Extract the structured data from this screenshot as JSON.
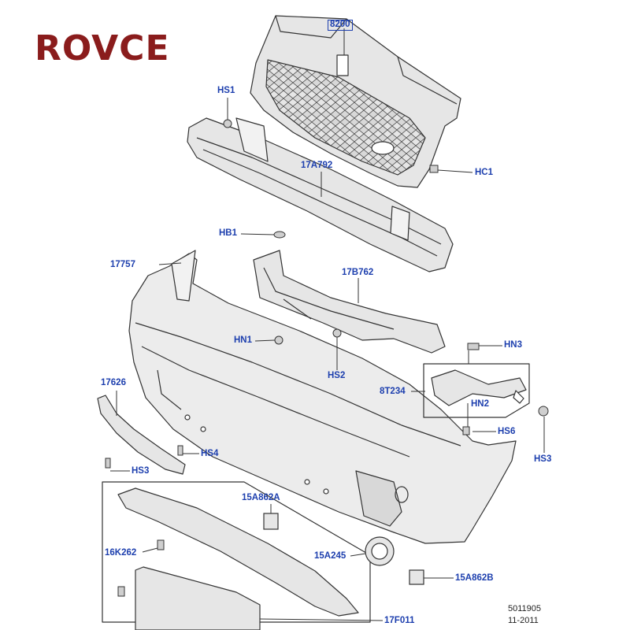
{
  "brand": {
    "logo_text": "ROVCE"
  },
  "parts": {
    "p8200": "8200",
    "hs1": "HS1",
    "p17a792": "17A792",
    "hc1": "HC1",
    "hb1": "HB1",
    "p17757": "17757",
    "p17b762": "17B762",
    "hn1": "HN1",
    "hs2": "HS2",
    "hn3": "HN3",
    "p17626": "17626",
    "p8t234": "8T234",
    "hn2": "HN2",
    "hs6": "HS6",
    "hs3a": "HS3",
    "hs4": "HS4",
    "hs3b": "HS3",
    "p15a862a": "15A862A",
    "p16k262": "16K262",
    "p15a245": "15A245",
    "p15a862b": "15A862B",
    "p17f011": "17F011"
  },
  "reference": {
    "number": "5011905",
    "date": "11-2011"
  },
  "colors": {
    "label": "#1d3fae",
    "line": "#333333",
    "part_fill": "#e6e6e6",
    "logo": "#8a1c1c"
  }
}
